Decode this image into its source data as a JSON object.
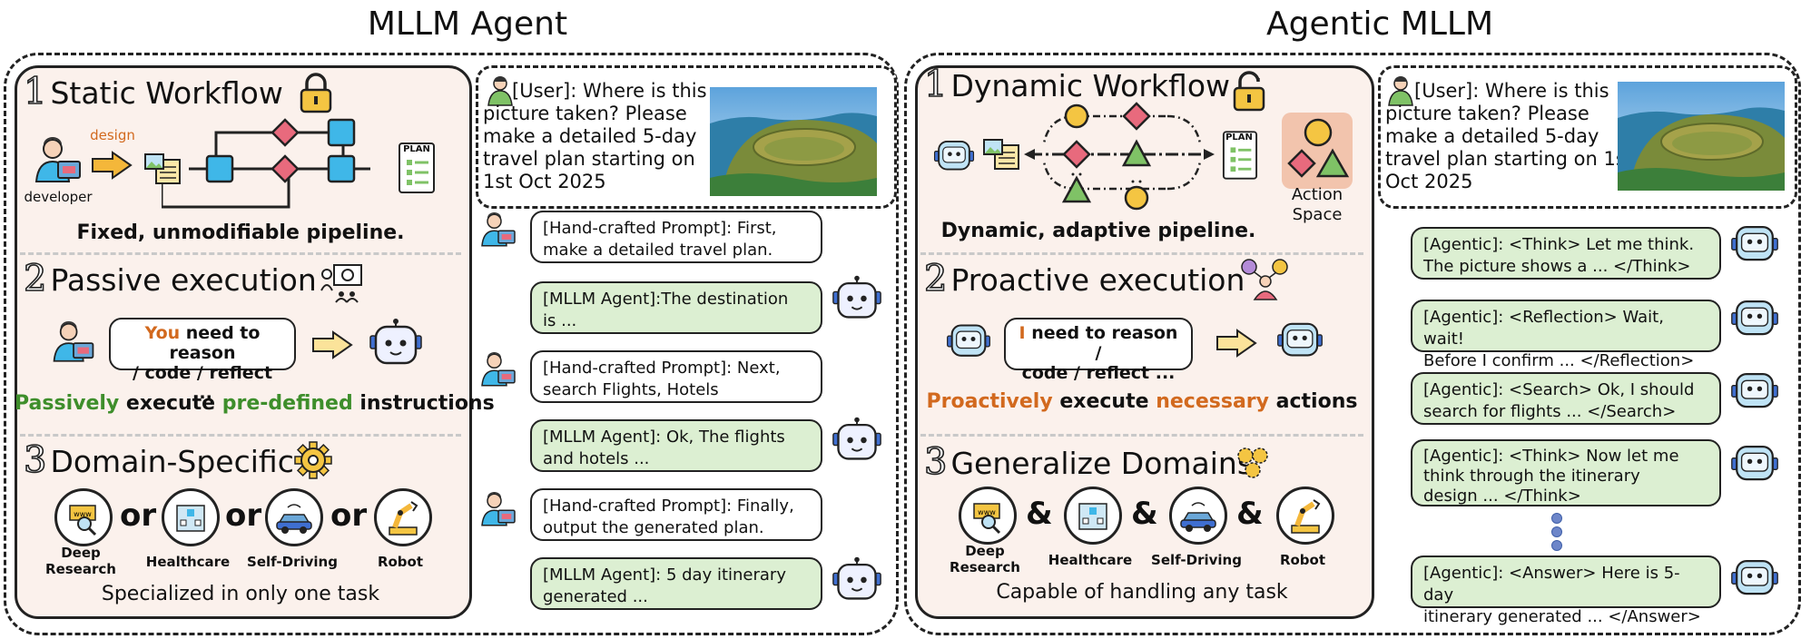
{
  "left": {
    "title": "MLLM Agent",
    "sec1": {
      "num": "1",
      "title": "Static Workflow",
      "design": "design",
      "developer": "developer",
      "plan": "PLAN",
      "caption": "Fixed, unmodifiable pipeline."
    },
    "sec2": {
      "num": "2",
      "title": "Passive execution",
      "speech_you": "You",
      "speech_rest1": " need to reason",
      "speech_line2": "/ code / reflect ...",
      "cap_a": "Passively",
      "cap_b": " execute ",
      "cap_c": "pre-defined",
      "cap_d": " instructions"
    },
    "sec3": {
      "num": "3",
      "title": "Domain-Specific",
      "op": "or",
      "d1a": "Deep",
      "d1b": "Research",
      "d2": "Healthcare",
      "d3": "Self-Driving",
      "d4": "Robot",
      "caption": "Specialized in only one task"
    },
    "user": {
      "l1": "[User]: Where is this",
      "l2": "picture taken? Please",
      "l3": "make a detailed 5-day",
      "l4": "travel plan starting on",
      "l5": "1st Oct 2025"
    },
    "chat": [
      {
        "l1": "[Hand-crafted Prompt]: First,",
        "l2": "make a detailed travel plan."
      },
      {
        "l1": "[MLLM Agent]:The destination",
        "l2": "is ..."
      },
      {
        "l1": "[Hand-crafted Prompt]: Next,",
        "l2": "search Flights, Hotels"
      },
      {
        "l1": "[MLLM Agent]: Ok, The flights",
        "l2": "and hotels ..."
      },
      {
        "l1": "[Hand-crafted Prompt]: Finally,",
        "l2": "output the generated plan."
      },
      {
        "l1": "[MLLM Agent]: 5 day itinerary",
        "l2": "generated ..."
      }
    ]
  },
  "right": {
    "title": "Agentic MLLM",
    "sec1": {
      "num": "1",
      "title": "Dynamic Workflow",
      "plan": "PLAN",
      "action1": "Action",
      "action2": "Space",
      "caption": "Dynamic, adaptive pipeline."
    },
    "sec2": {
      "num": "2",
      "title": "Proactive execution",
      "speech_i": "I",
      "speech_rest1": " need to reason /",
      "speech_line2": "code / reflect ...",
      "cap_a": "Proactively",
      "cap_b": " execute ",
      "cap_c": "necessary",
      "cap_d": " actions"
    },
    "sec3": {
      "num": "3",
      "title": "Generalize Domains",
      "op": "&",
      "d1a": "Deep",
      "d1b": "Research",
      "d2": "Healthcare",
      "d3": "Self-Driving",
      "d4": "Robot",
      "caption": "Capable of handling any task"
    },
    "user": {
      "l1": "[User]: Where is this",
      "l2": "picture taken? Please",
      "l3": "make a detailed 5-day",
      "l4": "travel plan starting on 1st",
      "l5": "Oct 2025"
    },
    "chat": [
      {
        "l1": "[Agentic]: <Think> Let me think.",
        "l2": "The picture shows a ... </Think>"
      },
      {
        "l1": "[Agentic]: <Reflection> Wait, wait!",
        "l2": "Before I confirm ... </Reflection>"
      },
      {
        "l1": "[Agentic]: <Search> Ok, I should",
        "l2": "search for flights ... </Search>"
      },
      {
        "l1": "[Agentic]: <Think> Now let me",
        "l2": "think through the itinerary",
        "l3": "design ... </Think>"
      },
      {
        "l1": "[Agentic]: <Answer> Here is 5-day",
        "l2": "itinerary generated ... </Answer>"
      }
    ]
  },
  "colors": {
    "accent_orange": "#d2691e",
    "accent_green": "#3e8e2b",
    "node_blue": "#3fb7e8",
    "node_pink": "#e86a7d",
    "node_green": "#7fc266",
    "node_yellow": "#f4c542",
    "bubble_green": "#dcefd2",
    "panel_bg": "#fbf1ec"
  },
  "icons": [
    "lock-icon",
    "unlock-icon",
    "developer-icon",
    "robot-icon",
    "gear-icon",
    "presenter-icon",
    "idea-icon",
    "plan-icon",
    "image-doc-icon",
    "search-doc-icon",
    "hospital-icon",
    "car-icon",
    "robot-arm-icon"
  ]
}
